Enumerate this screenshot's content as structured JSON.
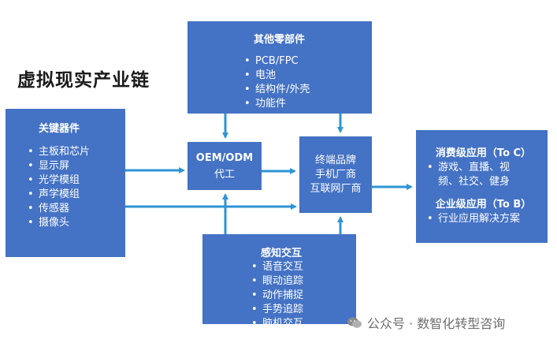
{
  "title": "虚拟现实产业链",
  "key_components": {
    "title": "关键器件",
    "items": [
      "主板和芯片",
      "显示屏",
      "光学模组",
      "声学模组",
      "传感器",
      "摄像头"
    ]
  },
  "other_parts": {
    "title": "其他零部件",
    "items": [
      "PCB/FPC",
      "电池",
      "结构件/外壳",
      "功能件"
    ]
  },
  "oem": {
    "line1": "OEM/ODM",
    "line2": "代工"
  },
  "terminal": {
    "lines": [
      "终端品牌",
      "手机厂商",
      "互联网厂商"
    ]
  },
  "interaction": {
    "title": "感知交互",
    "items": [
      "语音交互",
      "眼动追踪",
      "动作捕捉",
      "手势追踪",
      "脑机交互"
    ]
  },
  "applications": {
    "consumer_title": "消费级应用（To C）",
    "consumer_items": [
      "游戏、直播、视频、社交、健身"
    ],
    "enterprise_title": "企业级应用（To B）",
    "enterprise_items": [
      "行业应用解决方案"
    ]
  },
  "watermark": "公众号 · 数智化转型咨询",
  "colors": {
    "box": "#4472c4",
    "arrow": "#2e95d3",
    "text": "#ffffff"
  },
  "icons": {
    "watermark": "wechat-icon"
  }
}
